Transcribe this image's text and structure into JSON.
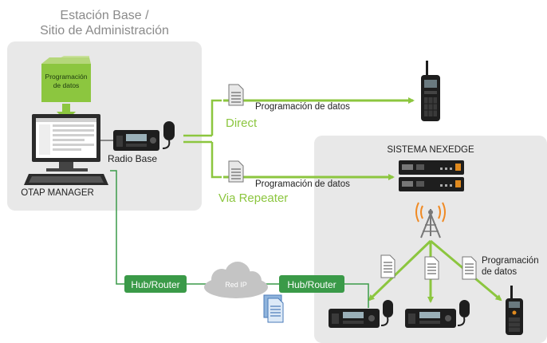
{
  "station": {
    "title_line1": "Estación Base /",
    "title_line2": "Sitio de Administración",
    "folder_label_line1": "Programación",
    "folder_label_line2": "de datos",
    "manager_label": "OTAP MANAGER",
    "radio_base_label": "Radio Base"
  },
  "direct": {
    "doc_label": "Programación de datos",
    "mode_label": "Direct"
  },
  "repeater": {
    "doc_label": "Programación de datos",
    "mode_label": "Via Repeater"
  },
  "nexedge": {
    "title": "SISTEMA NEXEDGE",
    "side_label_line1": "Programación",
    "side_label_line2": "de datos"
  },
  "network": {
    "hub_left": "Hub/Router",
    "cloud_label": "Red IP",
    "hub_right": "Hub/Router"
  },
  "colors": {
    "green": "#8cc63f",
    "dark_green": "#3a9a48",
    "panel": "#e8e8e8",
    "gray_text": "#8a8a8a"
  }
}
